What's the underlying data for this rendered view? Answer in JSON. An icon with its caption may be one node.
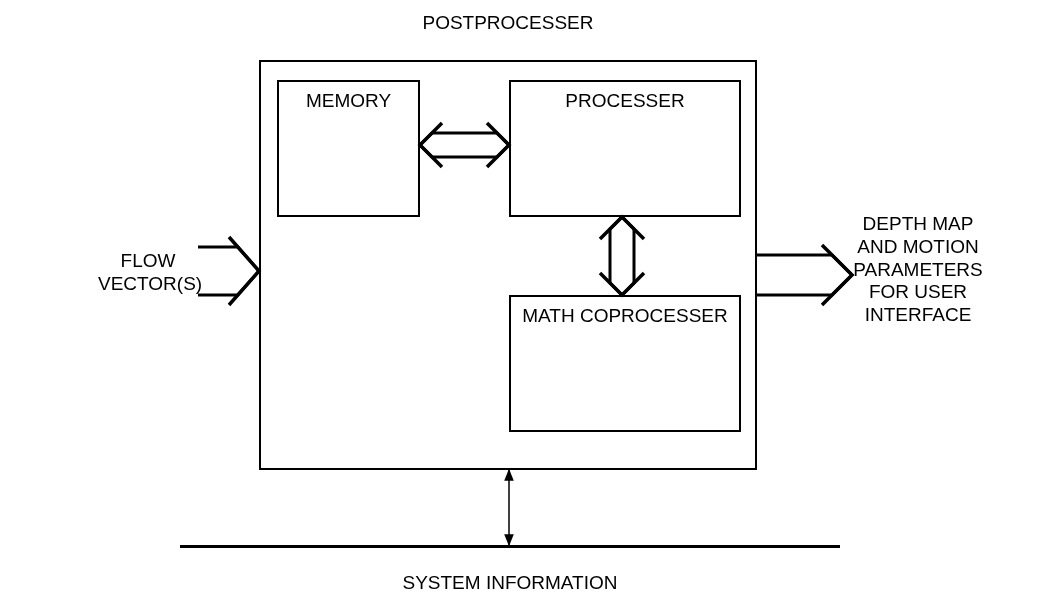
{
  "diagram": {
    "nodes": [
      {
        "text": [
          "POSTPROCESSER"
        ]
      },
      {
        "text": [
          "MEMORY"
        ],
        "in": 0
      },
      {
        "text": [
          "PROCESSER"
        ],
        "in": 0
      },
      {
        "text": [
          "MATH COPROCESSER"
        ],
        "in": 0
      },
      {
        "text": [
          "FLOW VECTOR(S)"
        ]
      },
      {
        "text": [
          "DEPTH MAP AND MOTION PARAMETERS FOR USER INTERFACE"
        ]
      },
      {
        "text": [],
        "shape": "bar",
        "beside": [
          "SYSTEM INFORMATION"
        ]
      }
    ],
    "edges": [
      {
        "from": 1,
        "to": 2,
        "arrow": "both"
      },
      {
        "from": 2,
        "to": 3,
        "arrow": "both"
      },
      {
        "from": 4,
        "to": 0,
        "arrow": "to"
      },
      {
        "from": 0,
        "to": 5,
        "arrow": "to"
      },
      {
        "from": 0,
        "to": 6,
        "arrow": "both"
      }
    ]
  }
}
